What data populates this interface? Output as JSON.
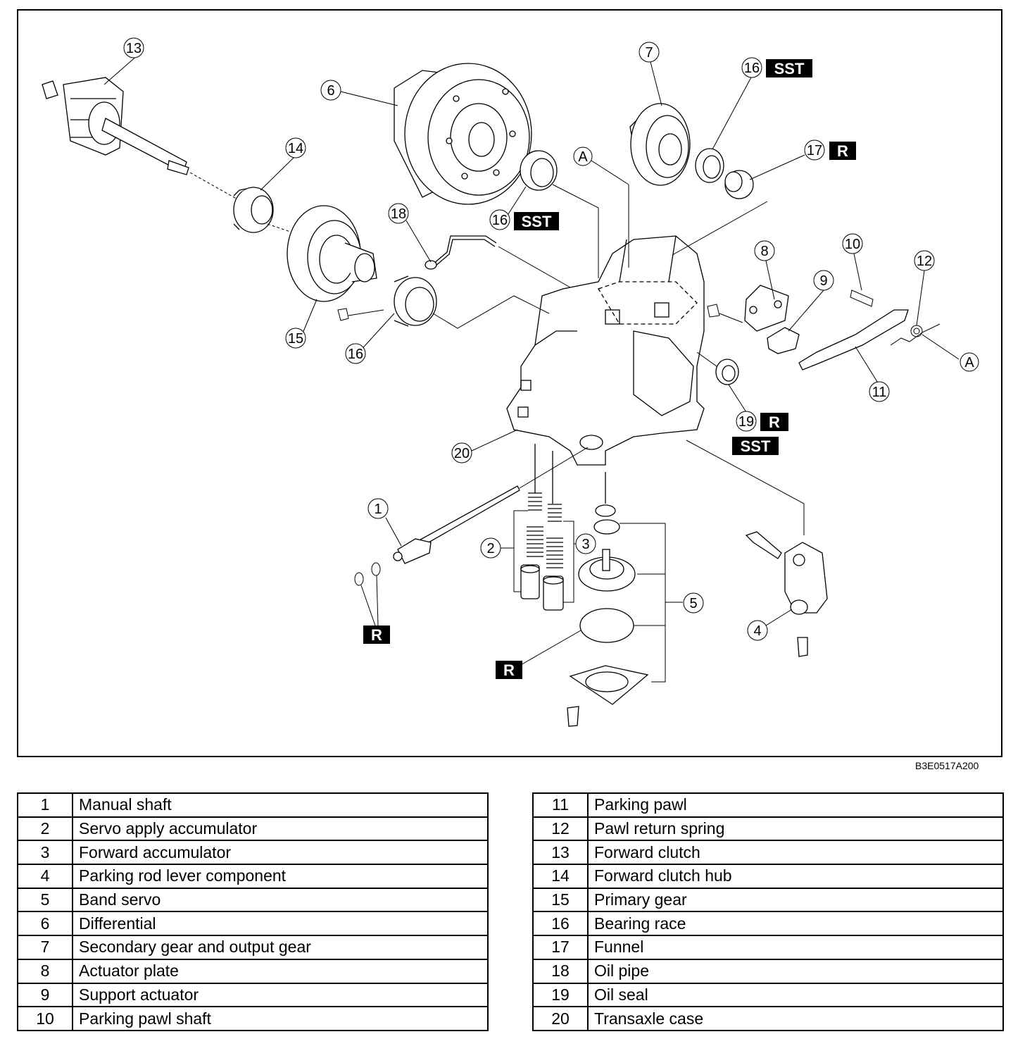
{
  "diagram": {
    "code": "B3E0517A200",
    "tags": {
      "sst": "SST",
      "r": "R"
    },
    "letter_a": "A",
    "callouts": [
      "1",
      "2",
      "3",
      "4",
      "5",
      "6",
      "7",
      "8",
      "9",
      "10",
      "11",
      "12",
      "13",
      "14",
      "15",
      "16",
      "17",
      "18",
      "19",
      "20"
    ]
  },
  "parts_left": [
    {
      "num": "1",
      "name": "Manual shaft"
    },
    {
      "num": "2",
      "name": "Servo apply accumulator"
    },
    {
      "num": "3",
      "name": "Forward accumulator"
    },
    {
      "num": "4",
      "name": "Parking rod lever component"
    },
    {
      "num": "5",
      "name": "Band servo"
    },
    {
      "num": "6",
      "name": "Differential"
    },
    {
      "num": "7",
      "name": "Secondary gear and output gear"
    },
    {
      "num": "8",
      "name": "Actuator plate"
    },
    {
      "num": "9",
      "name": "Support actuator"
    },
    {
      "num": "10",
      "name": "Parking pawl shaft"
    }
  ],
  "parts_right": [
    {
      "num": "11",
      "name": "Parking pawl"
    },
    {
      "num": "12",
      "name": "Pawl return spring"
    },
    {
      "num": "13",
      "name": "Forward clutch"
    },
    {
      "num": "14",
      "name": "Forward clutch hub"
    },
    {
      "num": "15",
      "name": "Primary gear"
    },
    {
      "num": "16",
      "name": "Bearing race"
    },
    {
      "num": "17",
      "name": "Funnel"
    },
    {
      "num": "18",
      "name": "Oil pipe"
    },
    {
      "num": "19",
      "name": "Oil seal"
    },
    {
      "num": "20",
      "name": "Transaxle case"
    }
  ]
}
